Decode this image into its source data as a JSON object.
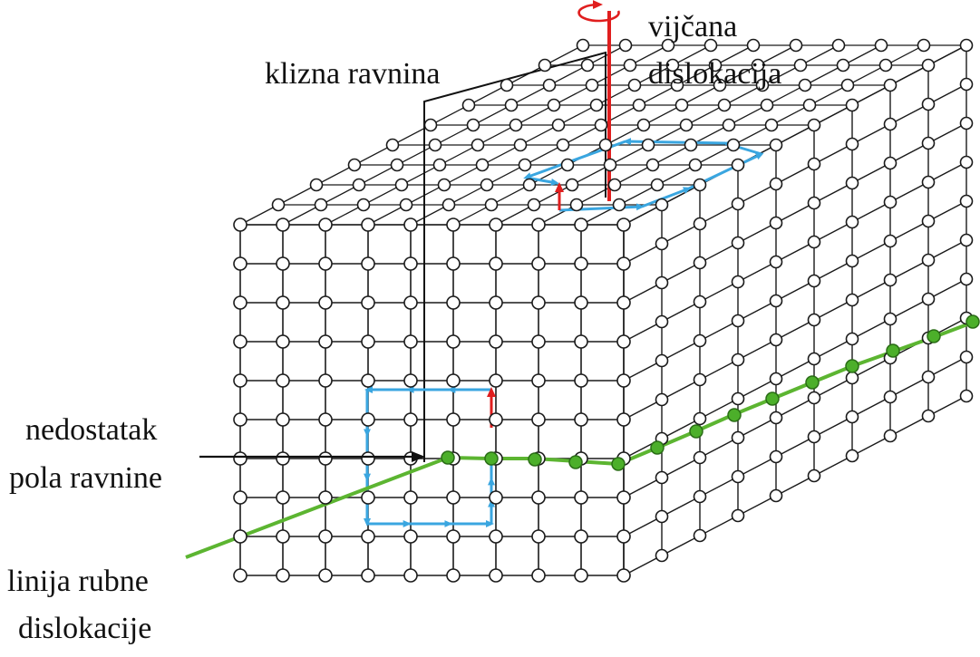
{
  "labels": {
    "screw": [
      "vijčana",
      "dislokacija"
    ],
    "slip_plane": "klizna ravnina",
    "missing_half_plane": [
      "nedostatak",
      "pola ravnine"
    ],
    "edge_line": [
      "linija rubne",
      "dislokacije"
    ]
  },
  "colors": {
    "lattice": "#1a1a1a",
    "node_fill": "#ffffff",
    "screw_axis": "#e01e1e",
    "burgers_circuit": "#3aa6e0",
    "dislocation_line": "#5cb531",
    "dislocation_atom": "#4caf2a"
  },
  "icons": [
    "rotation-arrow-icon",
    "burgers-vector-arrow-icon"
  ]
}
